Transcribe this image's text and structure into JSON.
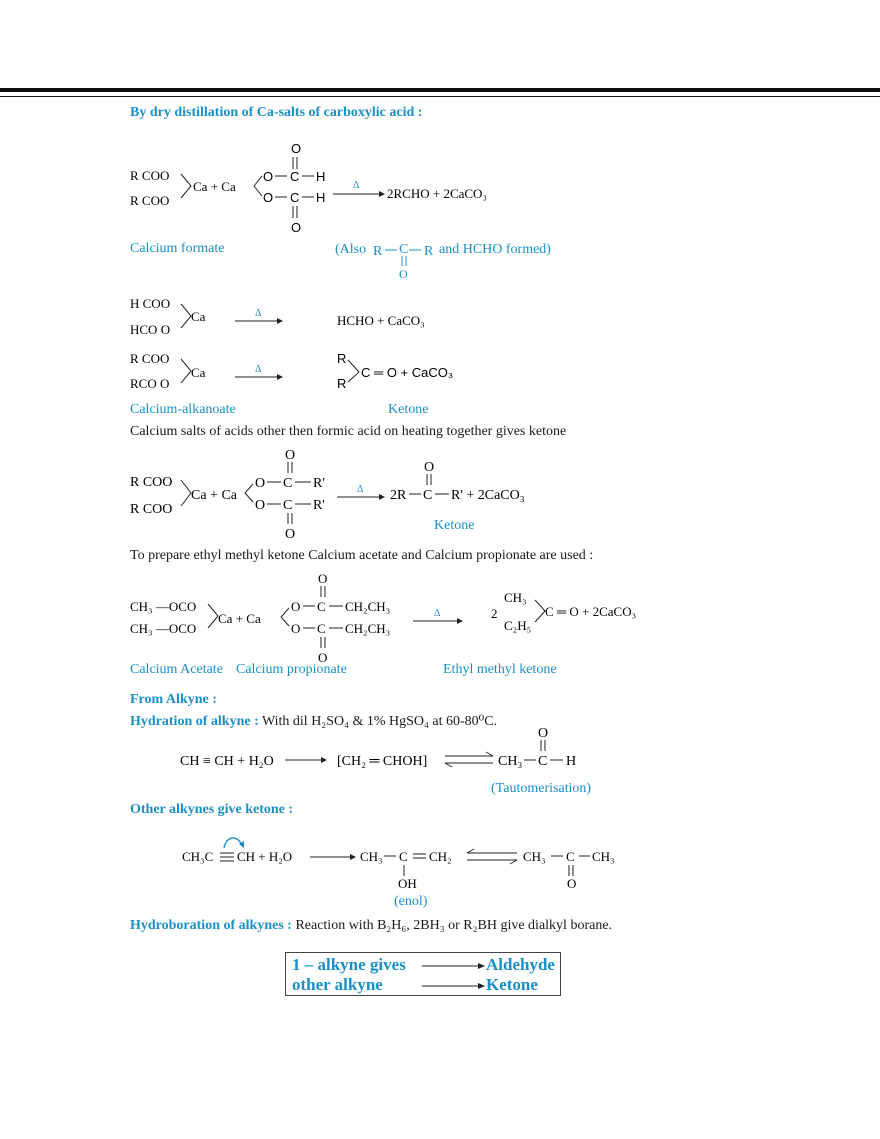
{
  "section1": {
    "heading": "By dry distillation of Ca-salts of carboxylic acid :",
    "r1": {
      "top": "R COO",
      "bottom": "R COO",
      "ca": "Ca + Ca",
      "o_top": "O",
      "o_bot": "O",
      "o1": "O",
      "o2": "O",
      "c1": "C",
      "c2": "C",
      "h1": "H",
      "h2": "H",
      "delta": "Δ",
      "product": "2RCHO + 2CaCO₃"
    },
    "label_formate": "Calcium formate",
    "also_pre": "(Also",
    "also_r1": "R",
    "also_c": "C",
    "also_r2": "R",
    "also_o": "O",
    "also_post": "and HCHO formed)",
    "r2": {
      "top": "H COO",
      "bottom": "HCO O",
      "ca": "Ca",
      "delta": "Δ",
      "product": "HCHO + CaCO₃"
    },
    "r3": {
      "top": "R COO",
      "bottom": "RCO O",
      "ca": "Ca",
      "delta": "Δ",
      "r_top": "R",
      "r_bot": "R",
      "product": "C ═ O + CaCO₃"
    },
    "label_alkanoate": "Calcium-alkanoate",
    "label_ketone1": "Ketone",
    "sentence1": "Calcium salts of acids other then formic acid on heating together gives ketone",
    "r4": {
      "top": "R COO",
      "bottom": "R COO",
      "ca": "Ca + Ca",
      "o_top": "O",
      "o_bot": "O",
      "o1": "O",
      "o2": "O",
      "c1": "C",
      "c2": "C",
      "rp1": "R'",
      "rp2": "R'",
      "delta": "Δ",
      "o_prod": "O",
      "prod_2r": "2R",
      "prod_c": "C",
      "prod_rest": "R' + 2CaCO₃"
    },
    "label_ketone2": "Ketone",
    "sentence2": "To prepare ethyl methyl ketone Calcium acetate and Calcium propionate are used :",
    "r5": {
      "top": "CH₃ —OCO",
      "bottom": "CH₃ —OCO",
      "ca": "Ca + Ca",
      "o_top": "O",
      "o_bot": "O",
      "o1": "O",
      "o2": "O",
      "c1": "C",
      "c2": "C",
      "et1": "CH₂CH₃",
      "et2": "CH₂CH₃",
      "delta": "Δ",
      "two": "2",
      "ch3": "CH₃",
      "c2h5": "C₂H₅",
      "prod": "C ═ O + 2CaCO₃"
    },
    "label_acetate": "Calcium Acetate",
    "label_propionate": "Calcium propionate",
    "label_emk": "Ethyl methyl ketone"
  },
  "section2": {
    "heading": "From Alkyne :",
    "hydration_label": "Hydration of alkyne :",
    "hydration_text": "With dil H₂SO₄ & 1% HgSO₄ at 60-80⁰C.",
    "eq1": {
      "reactant": "CH ≡ CH + H₂O",
      "intermediate": "[CH₂ ═ CHOH]",
      "p_ch3": "CH₃",
      "p_c": "C",
      "p_h": "H",
      "p_o": "O"
    },
    "tautomer": "(Tautomerisation)",
    "other_heading": "Other alkynes give ketone :",
    "eq2": {
      "reactant_a": "CH₃C",
      "reactant_b": "CH + H₂O",
      "mid_ch3": "CH₃",
      "mid_c": "C",
      "mid_ch2": "CH₂",
      "mid_oh": "OH",
      "prod_ch3a": "CH₃",
      "prod_c": "C",
      "prod_ch3b": "CH₃",
      "prod_o": "O"
    },
    "enol": "(enol)",
    "hydroboration_label": "Hydroboration of alkynes :",
    "hydroboration_text": "Reaction with B₂H₆, 2BH₃ or R₂BH give dialkyl borane.",
    "box": {
      "l1_left": "1 – alkyne gives",
      "l1_right": "Aldehyde",
      "l2_left": "other alkyne",
      "l2_right": "Ketone"
    }
  },
  "colors": {
    "accent": "#1a8fc6",
    "text": "#1a1a1a"
  }
}
